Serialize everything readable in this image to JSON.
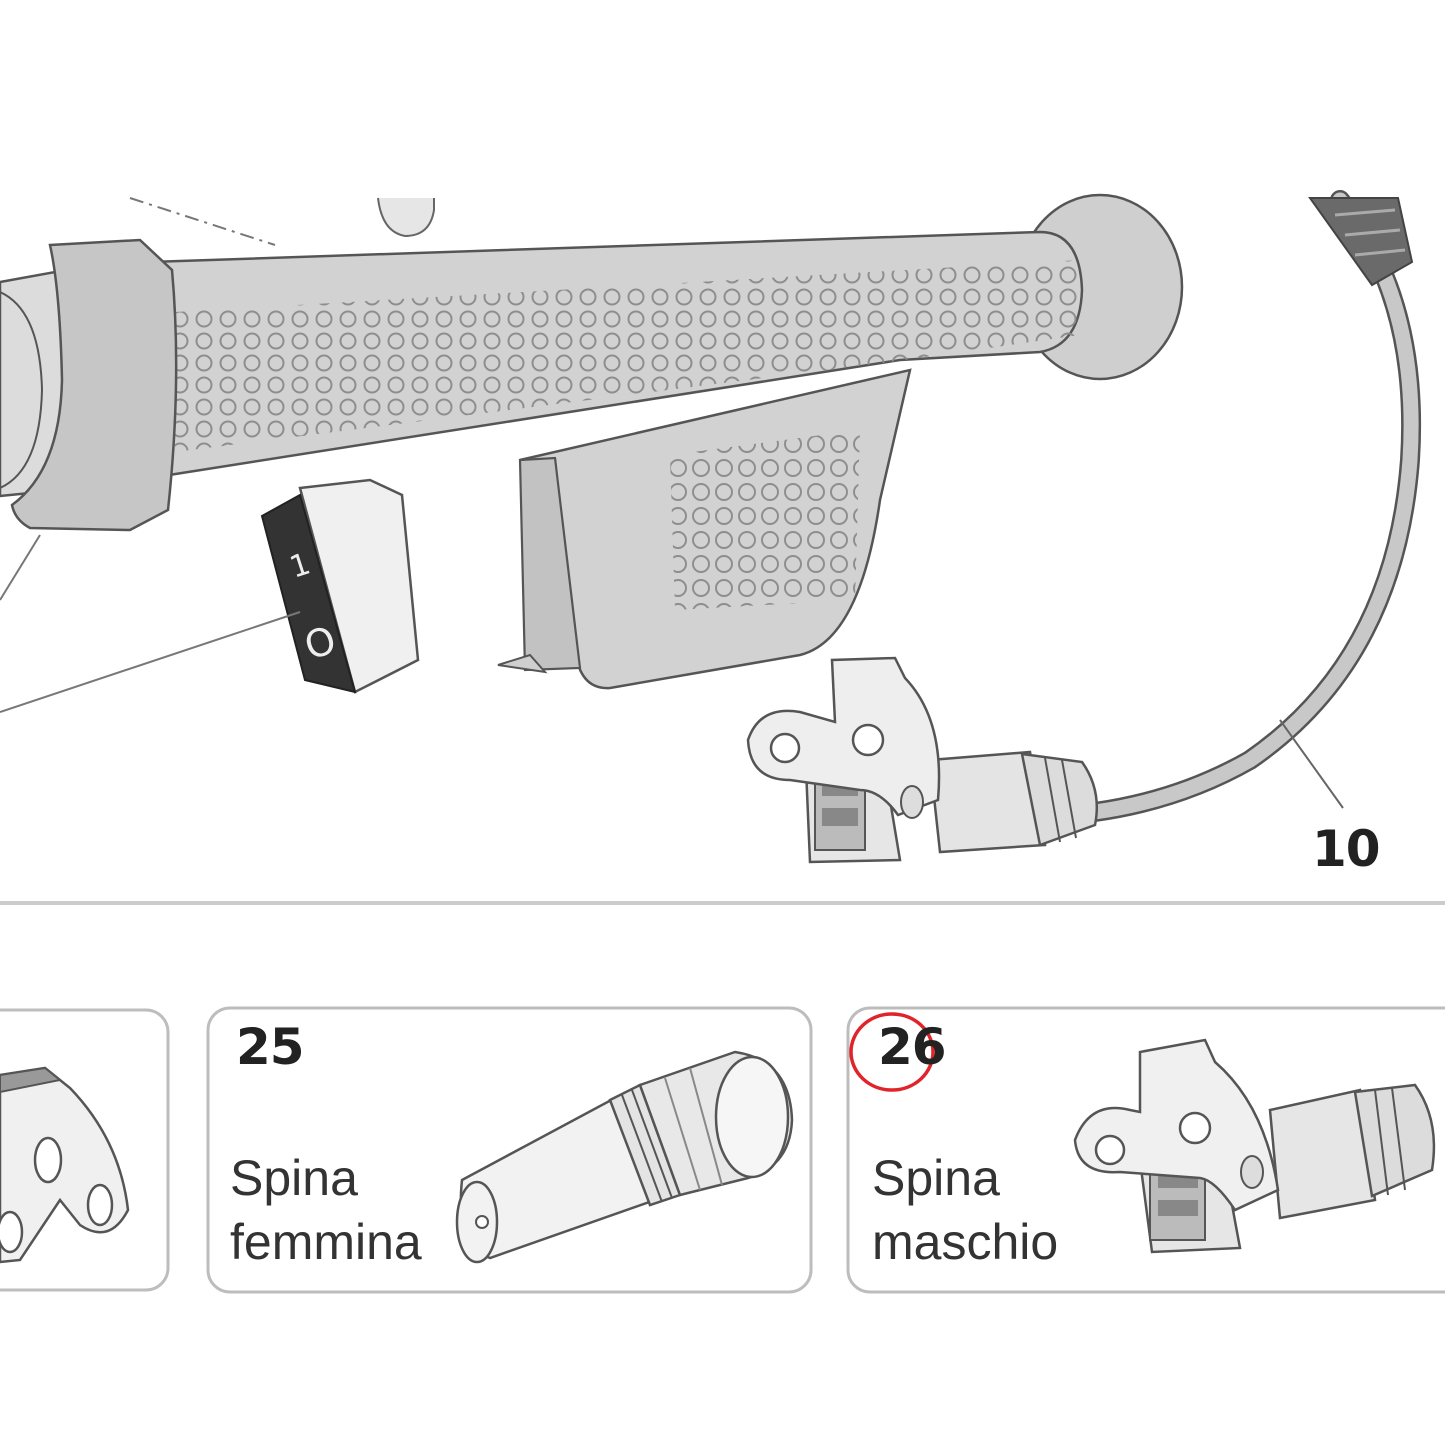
{
  "main_view": {
    "callout_number": "10",
    "switch_marks": {
      "on": "1",
      "off": "O"
    }
  },
  "parts": [
    {
      "number": "",
      "name_line1": "",
      "name_line2": "",
      "highlighted": false
    },
    {
      "number": "25",
      "name_line1": "Spina",
      "name_line2": "femmina",
      "highlighted": false
    },
    {
      "number": "26",
      "name_line1": "Spina",
      "name_line2": "maschio",
      "highlighted": true
    }
  ],
  "colors": {
    "part_fill": "#d2d2d2",
    "outline": "#555555",
    "highlight_circle": "#e0242a",
    "panel_border": "#bdbdbd"
  }
}
